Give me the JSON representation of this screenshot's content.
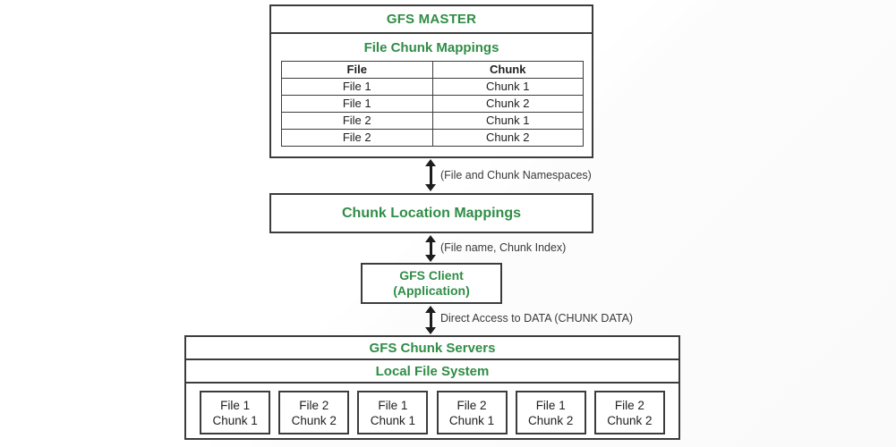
{
  "theme": {
    "accent_green": "#2f8d46",
    "line_dark": "#3c3c3c",
    "text_dark": "#212121",
    "background": "#ffffff"
  },
  "master": {
    "title": "GFS MASTER",
    "mappings_title": "File Chunk Mappings",
    "table": {
      "headers": [
        "File",
        "Chunk"
      ],
      "rows": [
        [
          "File 1",
          "Chunk 1"
        ],
        [
          "File 1",
          "Chunk 2"
        ],
        [
          "File 2",
          "Chunk 1"
        ],
        [
          "File 2",
          "Chunk 2"
        ]
      ]
    }
  },
  "chunk_location_mappings": {
    "title": "Chunk Location Mappings"
  },
  "client": {
    "line1": "GFS Client",
    "line2": "(Application)"
  },
  "chunk_servers": {
    "title": "GFS Chunk Servers",
    "local_file_system": "Local File System",
    "chunks": [
      {
        "file": "File 1",
        "chunk": "Chunk 1"
      },
      {
        "file": "File 2",
        "chunk": "Chunk 2"
      },
      {
        "file": "File 1",
        "chunk": "Chunk 1"
      },
      {
        "file": "File 2",
        "chunk": "Chunk 1"
      },
      {
        "file": "File 1",
        "chunk": "Chunk 2"
      },
      {
        "file": "File 2",
        "chunk": "Chunk 2"
      }
    ]
  },
  "arrows": [
    {
      "label": "(File and Chunk Namespaces)",
      "direction": "bidirectional"
    },
    {
      "label": "(File name, Chunk Index)",
      "direction": "bidirectional"
    },
    {
      "label": "Direct Access to DATA (CHUNK DATA)",
      "direction": "bidirectional"
    }
  ]
}
